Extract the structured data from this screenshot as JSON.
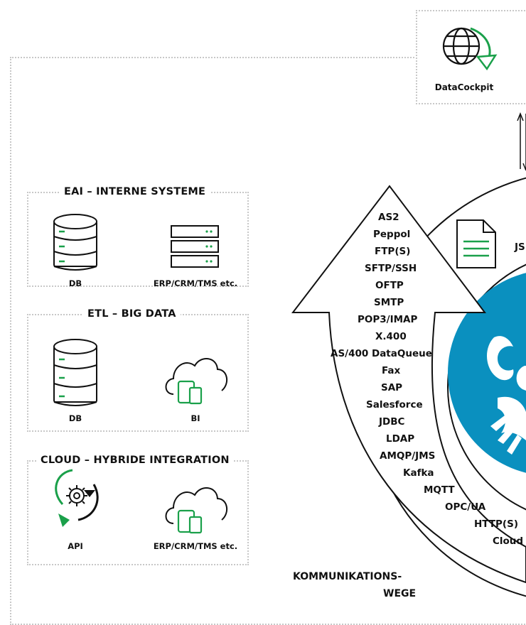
{
  "datacockpit": {
    "label": "DataCockpit"
  },
  "sections": [
    {
      "title": "EAI – INTERNE SYSTEME",
      "items": [
        {
          "label": "DB",
          "icon": "database-icon"
        },
        {
          "label": "ERP/CRM/TMS etc.",
          "icon": "server-rack-icon"
        }
      ]
    },
    {
      "title": "ETL – BIG DATA",
      "items": [
        {
          "label": "DB",
          "icon": "database-icon"
        },
        {
          "label": "BI",
          "icon": "cloud-devices-icon"
        }
      ]
    },
    {
      "title": "CLOUD – HYBRIDE INTEGRATION",
      "items": [
        {
          "label": "API",
          "icon": "api-gear-cycle-icon"
        },
        {
          "label": "ERP/CRM/TMS etc.",
          "icon": "cloud-devices-icon"
        }
      ]
    }
  ],
  "protocols": [
    "AS2",
    "Peppol",
    "FTP(S)",
    "SFTP/SSH",
    "OFTP",
    "SMTP",
    "POP3/IMAP",
    "X.400",
    "AS/400 DataQueue",
    "Fax",
    "SAP",
    "Salesforce",
    "JDBC",
    "LDAP",
    "AMQP/JMS",
    "Kafka",
    "MQTT",
    "OPC/UA",
    "HTTP(S)",
    "Cloud"
  ],
  "kommunikationswege": {
    "line1": "KOMMUNIKATIONS-",
    "line2": "WEGE"
  },
  "document": {
    "label_partial": "JS"
  },
  "colors": {
    "green": "#1aa04a",
    "blue": "#0a90bf",
    "dark": "#111111",
    "dotted": "#c8c8c8"
  }
}
